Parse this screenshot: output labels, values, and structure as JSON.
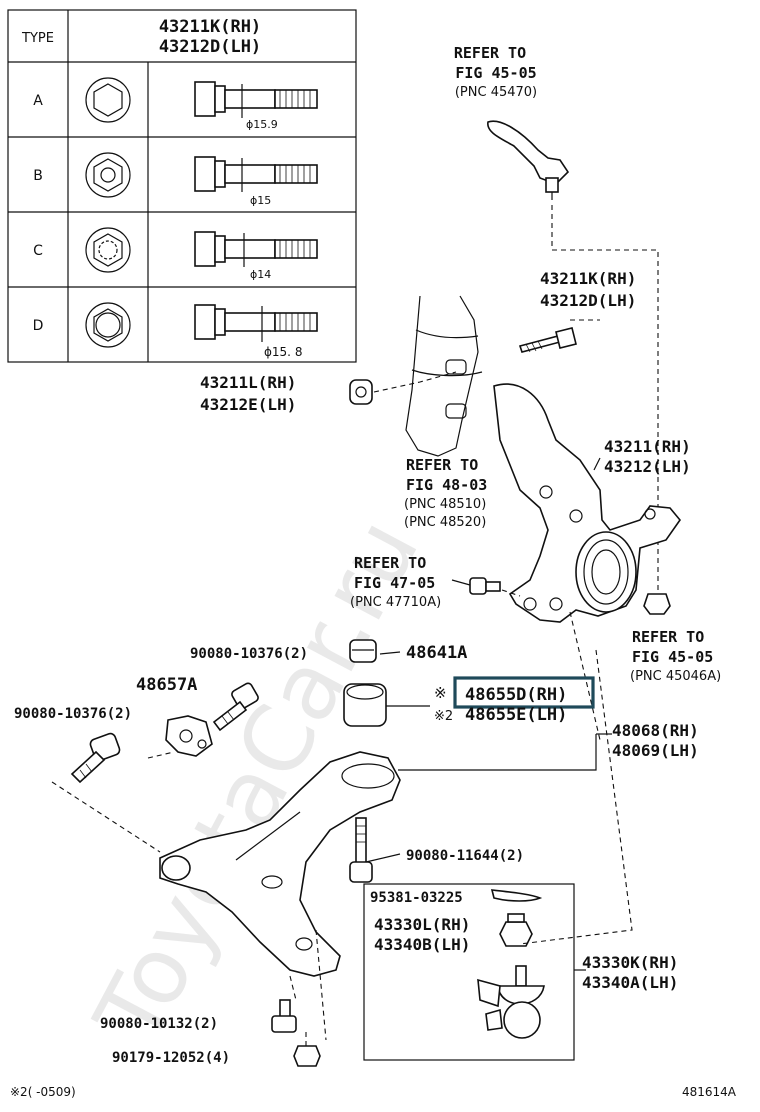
{
  "table": {
    "type_header": "TYPE",
    "title_line1": "43211K(RH)",
    "title_line2": "43212D(LH)",
    "rows": [
      {
        "type": "A",
        "dia": "ϕ15.9"
      },
      {
        "type": "B",
        "dia": "ϕ15"
      },
      {
        "type": "C",
        "dia": "ϕ14"
      },
      {
        "type": "D",
        "dia": "ϕ15. 8"
      }
    ]
  },
  "labels": {
    "refer_45_05_top": [
      "REFER TO",
      "FIG 45-05",
      "(PNC 45470)"
    ],
    "bolt_43211k": [
      "43211K(RH)",
      "43212D(LH)"
    ],
    "nut_43211l": [
      "43211L(RH)",
      "43212E(LH)"
    ],
    "knuckle_43211": [
      "43211(RH)",
      "43212(LH)"
    ],
    "refer_48_03": [
      "REFER TO",
      "FIG 48-03",
      "(PNC 48510)",
      "(PNC 48520)"
    ],
    "refer_47_05": [
      "REFER TO",
      "FIG 47-05",
      "(PNC 47710A)"
    ],
    "refer_45_05_bottom": [
      "REFER TO",
      "FIG 45-05",
      "(PNC 45046A)"
    ],
    "bolt_90080_10376_a": "90080-10376(2)",
    "nut_48641a": "48641A",
    "bracket_48657a": "48657A",
    "bolt_90080_10376_b": "90080-10376(2)",
    "bushing_rh": "48655D(RH)",
    "bushing_lh": "48655E(LH)",
    "bushing_mark_1": "※",
    "bushing_mark_2": "※2",
    "arm_48068": [
      "48068(RH)",
      "48069(LH)"
    ],
    "bolt_90080_11644": "90080-11644(2)",
    "pin_95381": "95381-03225",
    "nut_43330l": [
      "43330L(RH)",
      "43340B(LH)"
    ],
    "joint_43330k": [
      "43330K(RH)",
      "43340A(LH)"
    ],
    "bolt_90080_10132": "90080-10132(2)",
    "nut_90179": "90179-12052(4)",
    "footnote": "※2(    -0509)",
    "figure_id": "481614A"
  },
  "watermark": "ToyotaCar.ru",
  "colors": {
    "highlight_box": "#1f4a5a",
    "ink": "#111111"
  }
}
